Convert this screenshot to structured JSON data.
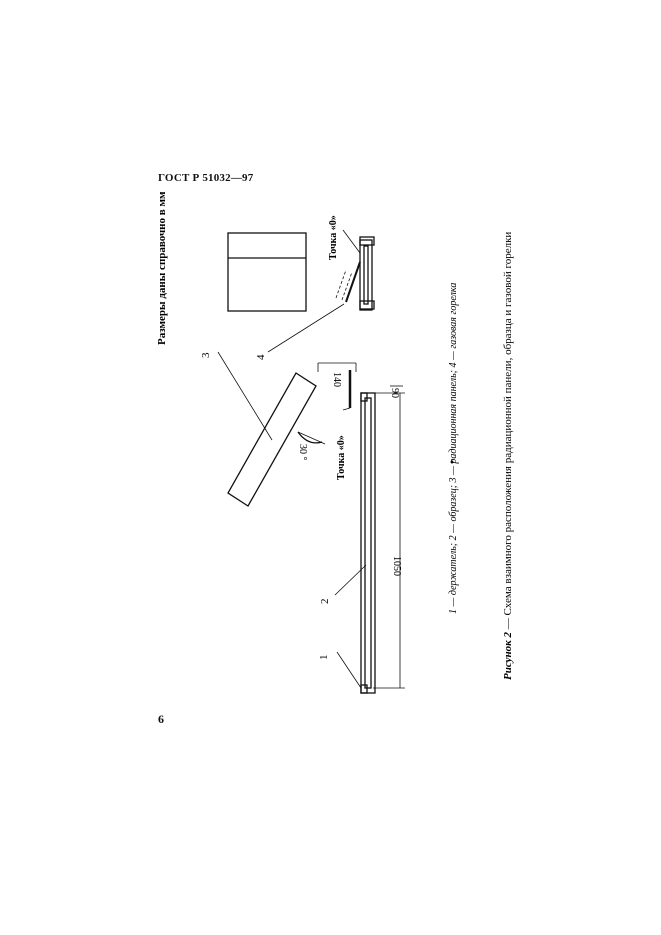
{
  "header": {
    "doc_code": "ГОСТ Р 51032—97"
  },
  "page_number": "6",
  "drawing": {
    "note": "Размеры даны справочно в мм",
    "callouts": [
      "1",
      "2",
      "3",
      "4"
    ],
    "point_label_left": "Точка «0»",
    "point_label_right": "Точка «0»",
    "dim_140": "140",
    "dim_90": "90",
    "dim_1050": "1050",
    "angle": "30 °"
  },
  "legend": "1 — держатель; 2 — образец; 3 — радиационная панель; 4 — газовая горелка",
  "caption": {
    "prefix": "Рисунок 2",
    "text": " — Схема взаимного расположения радиационной панели, образца и газовой горелки"
  }
}
